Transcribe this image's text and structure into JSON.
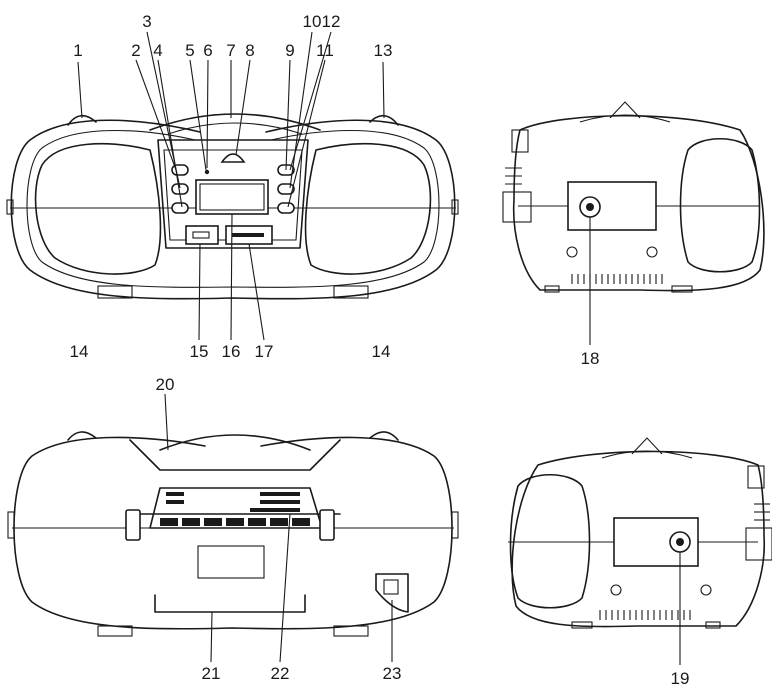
{
  "callouts": [
    {
      "id": "c1",
      "text": "1"
    },
    {
      "id": "c2",
      "text": "2"
    },
    {
      "id": "c3",
      "text": "3"
    },
    {
      "id": "c4",
      "text": "4"
    },
    {
      "id": "c5",
      "text": "5"
    },
    {
      "id": "c6",
      "text": "6"
    },
    {
      "id": "c7",
      "text": "7"
    },
    {
      "id": "c8",
      "text": "8"
    },
    {
      "id": "c9",
      "text": "9"
    },
    {
      "id": "c10",
      "text": "10"
    },
    {
      "id": "c11",
      "text": "11"
    },
    {
      "id": "c12",
      "text": "12"
    },
    {
      "id": "c13",
      "text": "13"
    },
    {
      "id": "c14a",
      "text": "14"
    },
    {
      "id": "c14b",
      "text": "14"
    },
    {
      "id": "c15",
      "text": "15"
    },
    {
      "id": "c16",
      "text": "16"
    },
    {
      "id": "c17",
      "text": "17"
    },
    {
      "id": "c18",
      "text": "18"
    },
    {
      "id": "c19",
      "text": "19"
    },
    {
      "id": "c20",
      "text": "20"
    },
    {
      "id": "c21",
      "text": "21"
    },
    {
      "id": "c22",
      "text": "22"
    },
    {
      "id": "c23",
      "text": "23"
    }
  ]
}
